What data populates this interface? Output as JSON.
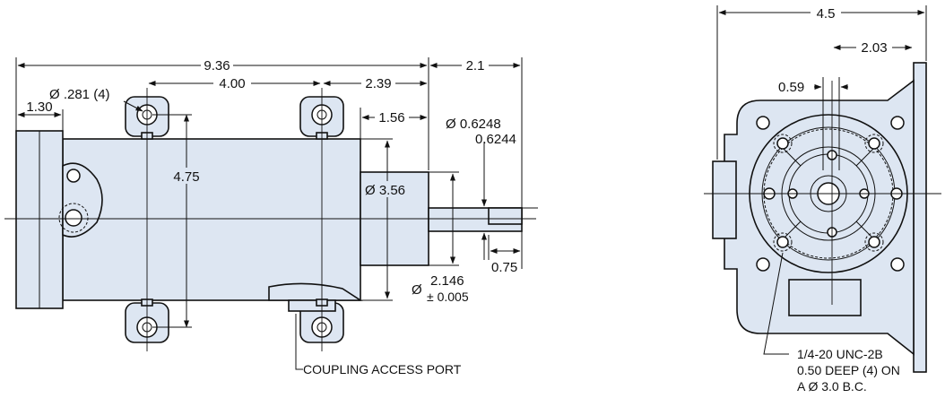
{
  "side_view": {
    "dim_overall_length": "9.36",
    "dim_mount_spacing": "4.00",
    "dim_mount_to_face": "2.39",
    "dim_shaft_length": "2.1",
    "dim_flange": "1.30",
    "dim_hole": "Ø .281 (4)",
    "dim_pilot_length": "1.56",
    "dim_shaft_dia_max": "Ø 0.6248",
    "dim_shaft_dia_min": "0.6244",
    "dim_mount_height": "4.75",
    "dim_body_dia": "Ø 3.56",
    "dim_pilot_dia_symbol": "Ø",
    "dim_pilot_dia_value": "2.146",
    "dim_pilot_dia_tol": "± 0.005",
    "dim_key_length": "0.75",
    "note_coupling_port": "COUPLING ACCESS PORT"
  },
  "end_view": {
    "dim_width": "4.5",
    "dim_center_offset": "2.03",
    "dim_key_width": "0.59",
    "note_tap_line1": "1/4-20 UNC-2B",
    "note_tap_line2": "0.50 DEEP (4) ON",
    "note_tap_line3": "A  Ø 3.0 B.C."
  }
}
